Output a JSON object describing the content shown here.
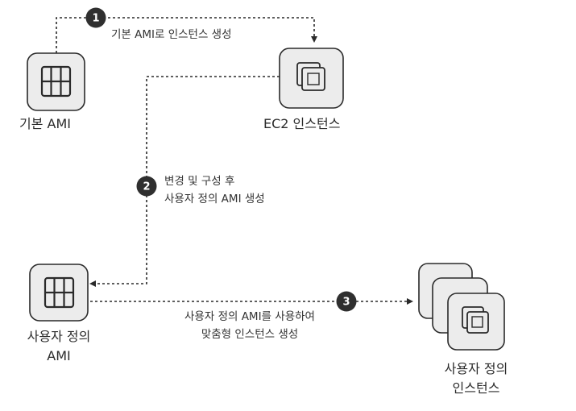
{
  "nodes": {
    "base_ami": {
      "label": "기본 AMI"
    },
    "ec2_instance": {
      "label": "EC2 인스턴스"
    },
    "custom_ami": {
      "label_line1": "사용자 정의",
      "label_line2": "AMI"
    },
    "custom_instances": {
      "label_line1": "사용자 정의",
      "label_line2": "인스턴스"
    }
  },
  "steps": [
    {
      "number": "1",
      "text_line1": "기본 AMI로 인스턴스 생성"
    },
    {
      "number": "2",
      "text_line1": "변경 및 구성 후",
      "text_line2": "사용자 정의 AMI 생성"
    },
    {
      "number": "3",
      "text_line1": "사용자 정의 AMI를 사용하여",
      "text_line2": "맞춤형 인스턴스 생성"
    }
  ],
  "colors": {
    "box_fill": "#ececec",
    "box_stroke": "#2a2a2a",
    "badge_fill": "#2f2f2f",
    "arrow": "#2a2a2a"
  },
  "icons": {
    "ami": "grid-icon",
    "instance": "chip-icon"
  }
}
